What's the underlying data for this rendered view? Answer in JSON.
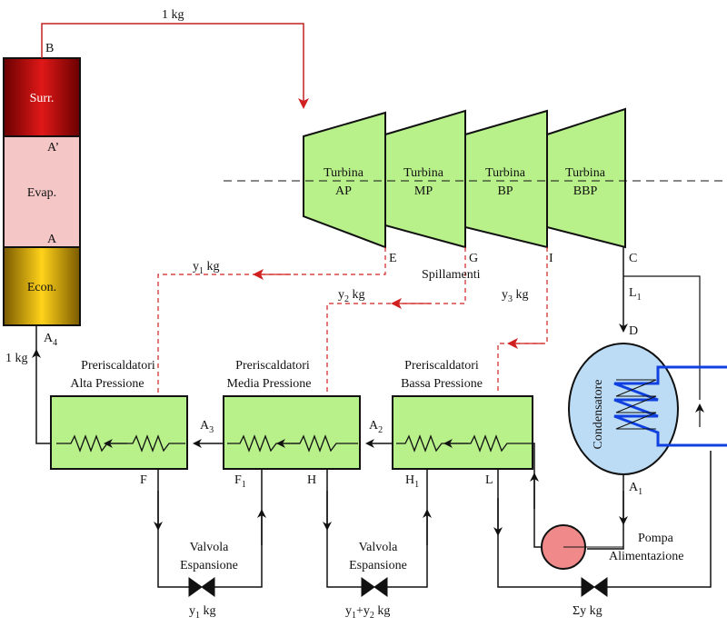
{
  "colors": {
    "superheater": "#c01010",
    "evaporator": "#f4c6c6",
    "economizer": "#e6b800",
    "turbine": "#b8f08a",
    "heater": "#b8f08a",
    "condenser": "#bcdcf5",
    "pump": "#f08a8a",
    "bleed_line": "#d02020",
    "steam_line": "#c02020",
    "water_line": "#111111",
    "cooling_water": "#1040e0"
  },
  "boiler": {
    "superheater": "Surr.",
    "evaporator": "Evap.",
    "economizer": "Econ.",
    "point_b": "B",
    "point_a_prime": "A’",
    "point_a": "A",
    "point_a4": "A",
    "point_a4_sub": "4",
    "flow_out": "1 kg",
    "flow_in": "1 kg"
  },
  "turbines": [
    {
      "line1": "Turbina",
      "line2": "AP"
    },
    {
      "line1": "Turbina",
      "line2": "MP"
    },
    {
      "line1": "Turbina",
      "line2": "BP"
    },
    {
      "line1": "Turbina",
      "line2": "BBP"
    }
  ],
  "turbine_points": {
    "e": "E",
    "g": "G",
    "i": "I",
    "c": "C"
  },
  "extractions": {
    "label": "Spillamenti",
    "y1": "y",
    "y1_sub": "1",
    "y1_unit": " kg",
    "y2": "y",
    "y2_sub": "2",
    "y2_unit": " kg",
    "y3": "y",
    "y3_sub": "3",
    "y3_unit": " kg"
  },
  "heaters": [
    {
      "line1": "Preriscaldatori",
      "line2": "Alta Pressione"
    },
    {
      "line1": "Preriscaldatori",
      "line2": "Media Pressione"
    },
    {
      "line1": "Preriscaldatori",
      "line2": "Bassa Pressione"
    }
  ],
  "heater_points": {
    "a3": "A",
    "a3_sub": "3",
    "a2": "A",
    "a2_sub": "2",
    "f": "F",
    "f1": "F",
    "f1_sub": "1",
    "h": "H",
    "h1": "H",
    "h1_sub": "1",
    "l": "L"
  },
  "valves": [
    {
      "line1": "Valvola",
      "line2": "Espansione"
    },
    {
      "line1": "Valvola",
      "line2": "Espansione"
    }
  ],
  "drain_flows": {
    "first_y": "y",
    "first_sub": "1",
    "first_unit": " kg",
    "second_y1": "y",
    "second_sub1": "1",
    "second_plus": "+y",
    "second_sub2": "2",
    "second_unit": " kg",
    "third": "Σy kg"
  },
  "condenser": {
    "label": "Condensatore",
    "point_l1": "L",
    "point_l1_sub": "1",
    "point_d": "D",
    "point_a1": "A",
    "point_a1_sub": "1"
  },
  "pump": {
    "line1": "Pompa",
    "line2": "Alimentazione"
  }
}
